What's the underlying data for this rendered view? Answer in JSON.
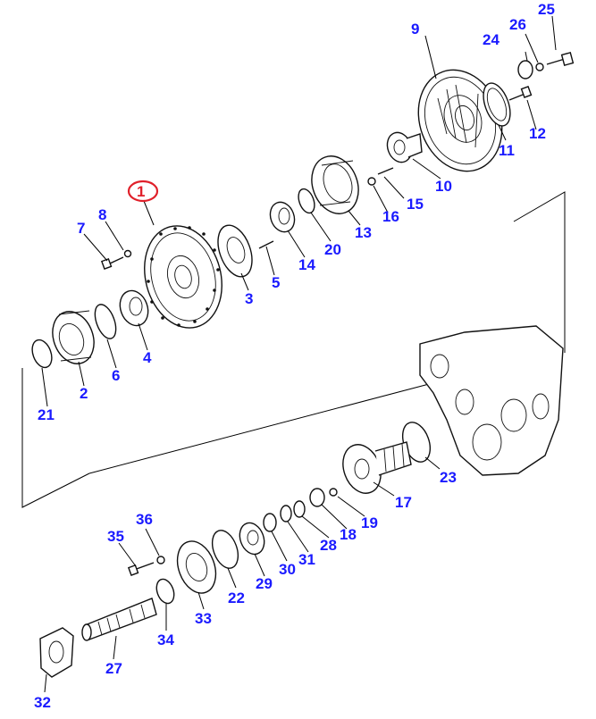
{
  "diagram": {
    "highlight_color": "#e0202a",
    "label_color": "#1a1aff",
    "highlighted_label": "1",
    "labels": {
      "p1": "1",
      "p2": "2",
      "p3": "3",
      "p4": "4",
      "p5": "5",
      "p6": "6",
      "p7": "7",
      "p8": "8",
      "p9": "9",
      "p10": "10",
      "p11": "11",
      "p12": "12",
      "p13": "13",
      "p14": "14",
      "p15": "15",
      "p16": "16",
      "p17": "17",
      "p18": "18",
      "p19": "19",
      "p20": "20",
      "p21": "21",
      "p22": "22",
      "p23": "23",
      "p24": "24",
      "p25": "25",
      "p26": "26",
      "p27": "27",
      "p28": "28",
      "p29": "29",
      "p30": "30",
      "p31": "31",
      "p32": "32",
      "p33": "33",
      "p34": "34",
      "p35": "35",
      "p36": "36"
    }
  }
}
